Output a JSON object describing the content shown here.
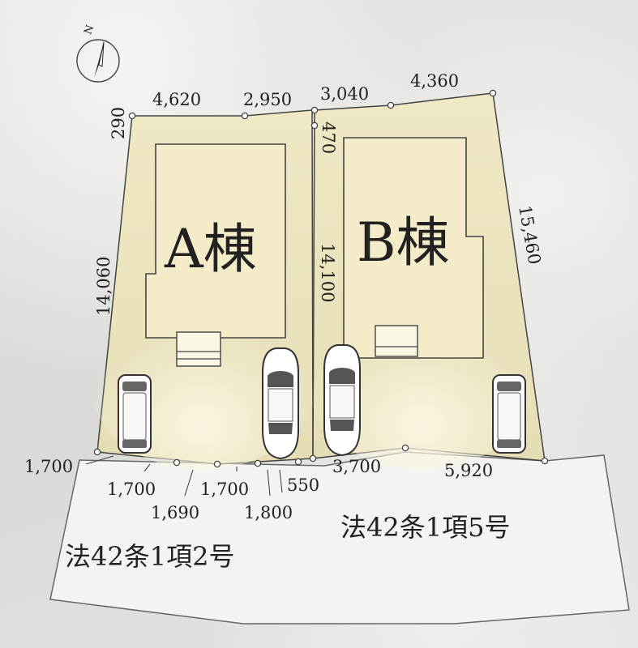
{
  "compass": {
    "label": "N",
    "icon": "north-arrow-icon"
  },
  "buildings": {
    "a": {
      "label": "A棟"
    },
    "b": {
      "label": "B棟"
    }
  },
  "dimensions": {
    "top_a_left": "4,620",
    "top_a_right": "2,950",
    "top_b_left": "3,040",
    "top_b_right": "4,360",
    "corner_a": "290",
    "corner_b": "470",
    "side_a_left": "14,060",
    "side_middle": "14,100",
    "side_b_right": "15,460",
    "bottom_1": "1,700",
    "bottom_2": "1,700",
    "bottom_3": "1,700",
    "bottom_4": "1,690",
    "bottom_5": "1,800",
    "bottom_6": "550",
    "bottom_7": "3,700",
    "bottom_8": "5,920"
  },
  "roads": {
    "left": "法42条1項2号",
    "right": "法42条1項5号"
  },
  "colors": {
    "lot": "#ece6c0",
    "building": "#f3ebc6",
    "road": "#f2f2f0",
    "line": "#444444"
  }
}
